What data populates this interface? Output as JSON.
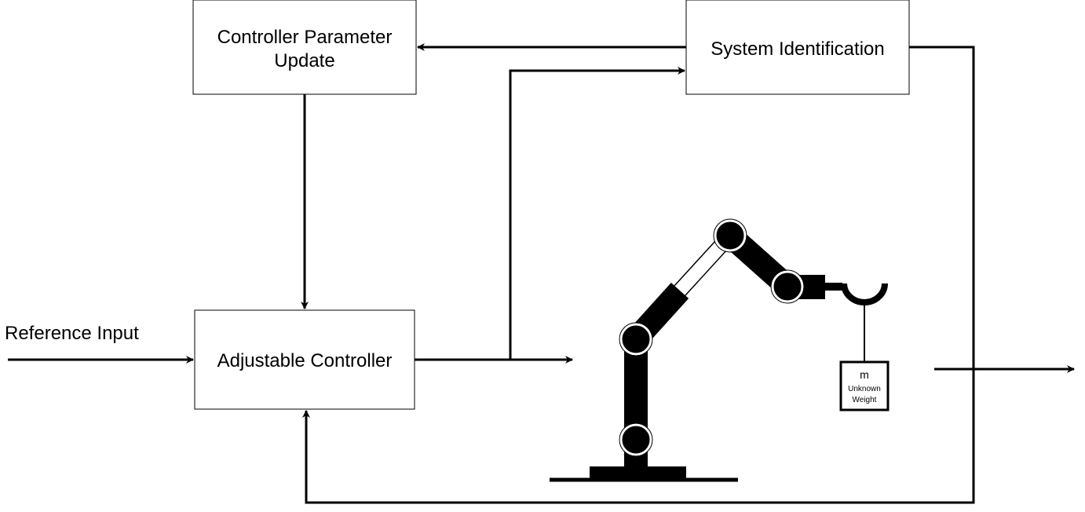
{
  "blocks": {
    "controller_parameter_update": {
      "line1": "Controller Parameter",
      "line2": "Update"
    },
    "system_identification": {
      "label": "System Identification"
    },
    "adjustable_controller": {
      "label": "Adjustable Controller"
    }
  },
  "reference_input": {
    "label": "Reference Input"
  },
  "weight": {
    "symbol": "m",
    "line1": "Unknown",
    "line2": "Weight"
  },
  "colors": {
    "stroke": "#000000",
    "background": "#ffffff"
  }
}
